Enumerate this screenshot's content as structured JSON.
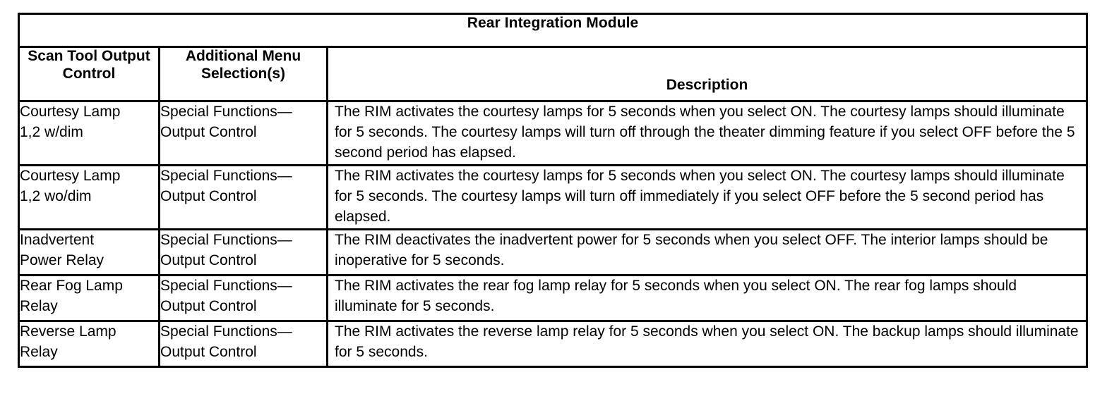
{
  "table": {
    "title": "Rear Integration Module",
    "columns": [
      {
        "key": "scan_tool_output_control",
        "label": "Scan Tool\nOutput Control"
      },
      {
        "key": "additional_menu_selections",
        "label": "Additional Menu\nSelection(s)"
      },
      {
        "key": "description",
        "label": "Description"
      }
    ],
    "rows": [
      {
        "scan_tool_output_control": "Courtesy Lamp\n1,2 w/dim",
        "additional_menu_selections": "Special Functions—\nOutput Control",
        "description": "The RIM activates the courtesy lamps for 5 seconds when you select ON. The courtesy lamps should illuminate for 5 seconds. The courtesy lamps will turn off through the theater dimming feature if you select OFF before the 5 second period has elapsed."
      },
      {
        "scan_tool_output_control": "Courtesy Lamp\n1,2 wo/dim",
        "additional_menu_selections": "Special Functions—\nOutput Control",
        "description": "The RIM activates the courtesy lamps for 5 seconds when you select ON. The courtesy lamps should illuminate for 5 seconds. The courtesy lamps will turn off immediately if you select OFF before the 5 second period has elapsed."
      },
      {
        "scan_tool_output_control": "Inadvertent\nPower Relay",
        "additional_menu_selections": "Special Functions—\nOutput Control",
        "description": "The RIM deactivates the inadvertent power for 5 seconds when you select OFF. The interior lamps should be inoperative for 5 seconds."
      },
      {
        "scan_tool_output_control": "Rear Fog Lamp\nRelay",
        "additional_menu_selections": "Special Functions—\nOutput Control",
        "description": "The RIM activates the rear fog lamp relay for 5 seconds when you select ON. The rear fog lamps should illuminate for 5 seconds."
      },
      {
        "scan_tool_output_control": "Reverse Lamp\nRelay",
        "additional_menu_selections": "Special Functions—\nOutput Control",
        "description": "The RIM activates the reverse lamp relay for 5 seconds when you select ON. The backup lamps should illuminate for 5 seconds."
      }
    ]
  },
  "colors": {
    "border": "#000000",
    "text": "#000000",
    "background": "#ffffff"
  }
}
